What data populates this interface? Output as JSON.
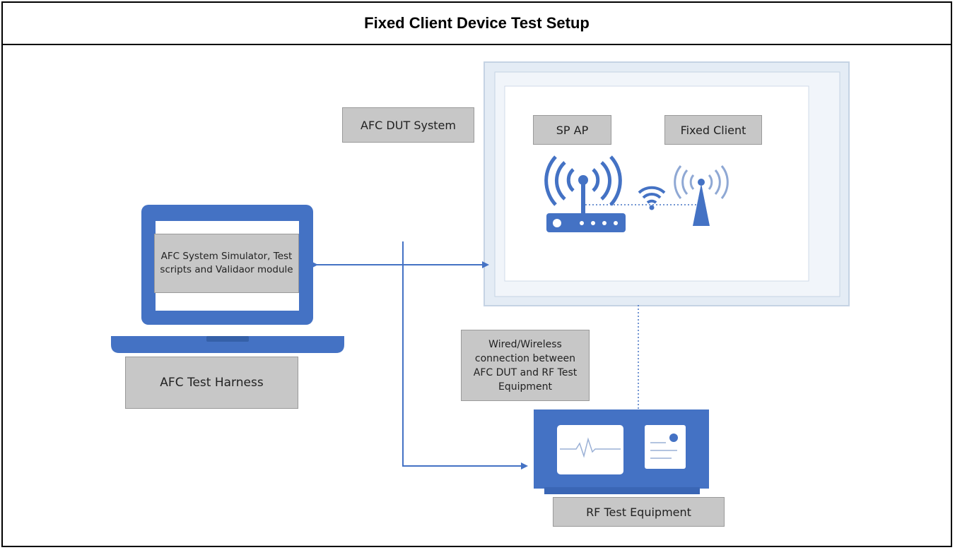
{
  "title": "Fixed Client Device Test Setup",
  "labels": {
    "afc_dut_system": "AFC DUT System",
    "sp_ap": "SP AP",
    "fixed_client": "Fixed Client",
    "simulator": "AFC System Simulator, Test scripts and Validaor module",
    "test_harness": "AFC Test Harness",
    "connection_note": "Wired/Wireless connection between AFC DUT and RF Test Equipment",
    "rf_test_equipment": "RF Test Equipment"
  },
  "colors": {
    "accent_blue": "#4472c4",
    "label_gray": "#c7c7c7",
    "frame_light": "#dce6f1"
  },
  "icons": [
    "laptop-icon",
    "router-icon",
    "wifi-icon",
    "antenna-tower-icon",
    "rf-equipment-icon"
  ]
}
